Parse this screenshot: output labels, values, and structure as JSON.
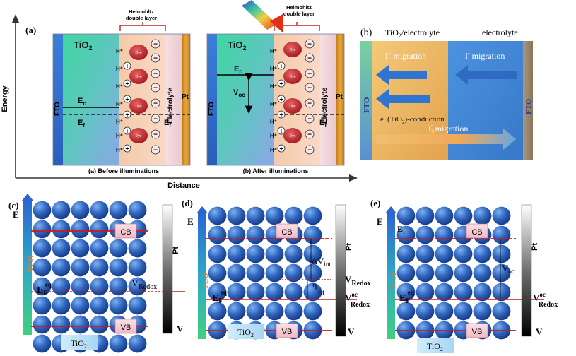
{
  "panel_a": {
    "label": "(a)",
    "axis_y": "Energy",
    "axis_x": "Distance",
    "helmholtz_1": "Helmohltz",
    "helmholtz_2": "double layer",
    "left": {
      "tio2": "TiO",
      "tio2_sub": "2",
      "fto": "FTO",
      "pt": "Pt",
      "electrolyte": "Electrolyte",
      "ec": "E",
      "ec_sub": "c",
      "ef": "E",
      "ef_sub": "f",
      "ef_right": "E",
      "ef_right_sub": "f",
      "caption": "(a) Before illuminations"
    },
    "right": {
      "tio2": "TiO",
      "tio2_sub": "2",
      "fto": "FTO",
      "pt": "Pt",
      "electrolyte": "Electrolyte",
      "ec": "E",
      "ec_sub": "c",
      "voc": "V",
      "voc_sub": "oc",
      "ef": "E",
      "ef_sub": "f",
      "caption": "(b) After illuminations"
    },
    "dye": "Dye",
    "hplus": "H⁺",
    "plus": "+",
    "minus": "−"
  },
  "panel_b": {
    "label": "(b)",
    "header_left": "TiO",
    "header_left_sub": "2",
    "header_left_tail": "/electrolyte",
    "header_right": "electrolyte",
    "migration_left": "I",
    "migration_left_sup": "−",
    "migration_left_tail": " migration",
    "migration_right": "I",
    "migration_right_sup": "-",
    "migration_right_tail": " migration",
    "conduction": "e",
    "conduction_sup": "-",
    "conduction_mid": " (TiO",
    "conduction_sub": "2",
    "conduction_tail": ")-conduction",
    "i3": "I",
    "i3_sub": "3",
    "i3_sup": "-",
    "i3_tail": " migration",
    "fto_left": "FTO",
    "fto_right": "FTO"
  },
  "panel_c": {
    "label": "(c)",
    "e": "E",
    "tco": "TCO",
    "cb": "CB",
    "vb": "VB",
    "ef": "E",
    "ef_sub": "F",
    "ef_sup": "eq",
    "vredox": "V",
    "vredox_sub": "Redox",
    "pt": "Pt",
    "v": "V",
    "tio2": "TiO",
    "tio2_sub": "2"
  },
  "panel_d": {
    "label": "(d)",
    "e": "E",
    "tco": "TCO",
    "cb": "CB",
    "vb": "VB",
    "ef": "E",
    "ef_sub": "F",
    "ef_sup": "eq",
    "dvint": "∆V",
    "dvint_sub": "int",
    "eta": "η",
    "eta_pt": "pt",
    "vredox": "V",
    "vredox_sub": "Redox",
    "voc": "V",
    "voc_sup": "oc",
    "voc_sub": "Redox",
    "pt": "Pt",
    "v": "V",
    "tio2": "TiO",
    "tio2_sub": "2"
  },
  "panel_e": {
    "label": "(e)",
    "e": "E",
    "ef_top": "E",
    "ef_top_sub": "F",
    "tco": "TCO",
    "cb": "CB",
    "vb": "VB",
    "ef": "E",
    "ef_sub": "F",
    "ef_sup": "eq",
    "voc": "V",
    "voc_sub": "oc",
    "voc_redox": "V",
    "voc_redox_sup": "oc",
    "voc_redox_sub": "Redox",
    "pt": "Pt",
    "v": "V",
    "tio2": "TiO",
    "tio2_sub": "2"
  },
  "colors": {
    "red_line": "#c8181c",
    "dye_red": "#c0282c",
    "sphere": "#2f5fb8",
    "panel_b_blue": "#3f86d6",
    "panel_b_gold": "#e7b45a"
  }
}
